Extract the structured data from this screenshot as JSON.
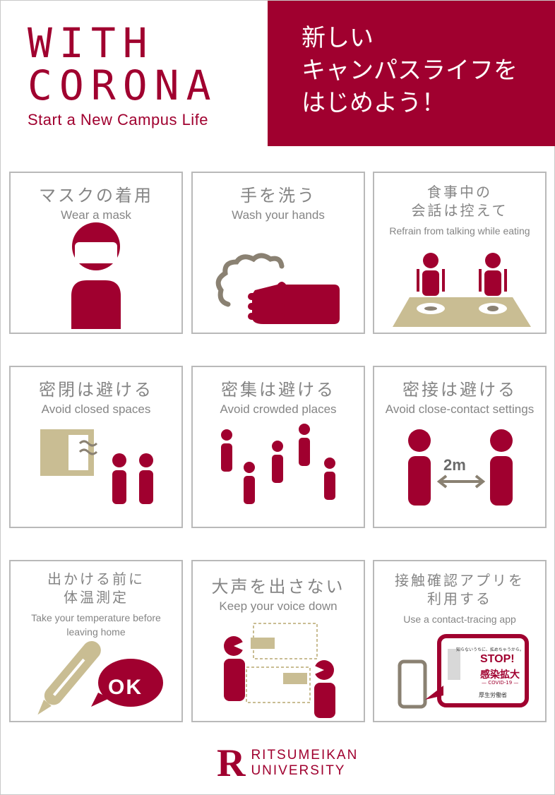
{
  "header": {
    "title_line1": "WITH",
    "title_line2": "CORONA",
    "subtitle": "Start a New Campus Life"
  },
  "banner": {
    "line1": "新しい",
    "line2": "キャンパスライフを",
    "line3": "はじめよう！"
  },
  "cards": [
    {
      "jp": "マスクの着用",
      "en": "Wear a mask",
      "icon": "person-mask-icon"
    },
    {
      "jp": "手を洗う",
      "en": "Wash your hands",
      "icon": "hand-wash-icon"
    },
    {
      "jp_line1": "食事中の",
      "jp_line2": "会話は控えて",
      "en": "Refrain from talking while eating",
      "icon": "dining-icon"
    },
    {
      "jp": "密閉は避ける",
      "en": "Avoid closed spaces",
      "icon": "closed-space-icon"
    },
    {
      "jp": "密集は避ける",
      "en": "Avoid crowded places",
      "icon": "crowd-icon"
    },
    {
      "jp": "密接は避ける",
      "en": "Avoid close-contact settings",
      "distance": "2m",
      "icon": "distance-icon"
    },
    {
      "jp_line1": "出かける前に",
      "jp_line2": "体温測定",
      "en_line1": "Take your temperature before",
      "en_line2": "leaving home",
      "ok": "OK",
      "icon": "thermometer-icon"
    },
    {
      "jp": "大声を出さない",
      "en": "Keep your voice down",
      "icon": "talking-icon"
    },
    {
      "jp_line1": "接触確認アプリを",
      "jp_line2": "利用する",
      "en": "Use a contact-tracing app",
      "icon": "phone-app-icon",
      "poster": {
        "top": "知らないうちに、拡めちゃうから。",
        "stop": "STOP!",
        "main": "感染拡大",
        "covid": "— COVID-19 —",
        "ministry": "厚生労働省"
      }
    }
  ],
  "footer": {
    "line1": "RITSUMEIKAN",
    "line2": "UNIVERSITY",
    "mark": "R"
  },
  "colors": {
    "brand": "#a0002f",
    "beige": "#c9bd93",
    "gray": "#858585"
  }
}
